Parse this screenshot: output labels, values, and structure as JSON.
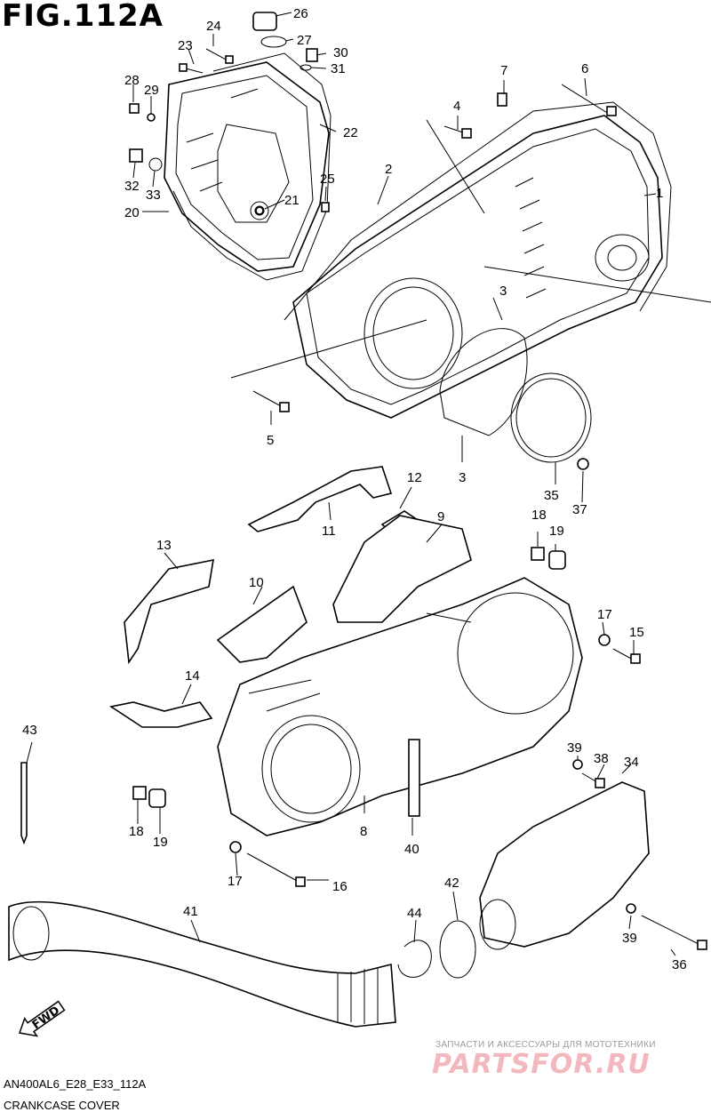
{
  "figure": {
    "title": "FIG.112A"
  },
  "footer": {
    "code": "AN400AL6_E28_E33_112A",
    "caption": "CRANKCASE COVER"
  },
  "watermark": {
    "subtitle": "ЗАПЧАСТИ И АКСЕССУАРЫ ДЛЯ МОТОТЕХНИКИ",
    "logo": "PARTSFOR.RU"
  },
  "direction": {
    "label": "FWD"
  },
  "parts": [
    "1",
    "2",
    "3",
    "3",
    "4",
    "5",
    "6",
    "7",
    "8",
    "9",
    "10",
    "11",
    "12",
    "13",
    "14",
    "15",
    "16",
    "17",
    "17",
    "18",
    "18",
    "19",
    "19",
    "20",
    "21",
    "22",
    "23",
    "24",
    "25",
    "26",
    "27",
    "28",
    "29",
    "30",
    "31",
    "32",
    "33",
    "34",
    "35",
    "36",
    "37",
    "38",
    "39",
    "39",
    "40",
    "41",
    "42",
    "43",
    "44"
  ],
  "colors": {
    "line": "#000000",
    "background": "#ffffff",
    "watermark": "#f2b8bd"
  }
}
